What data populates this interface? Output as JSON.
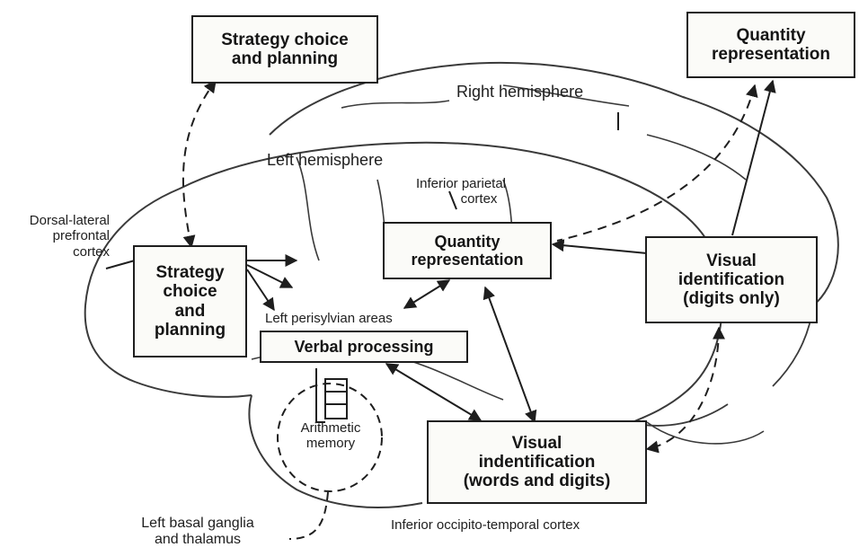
{
  "boxes": {
    "strategy_top": [
      "Strategy choice",
      "and planning"
    ],
    "quantity_right": [
      "Quantity",
      "representation"
    ],
    "strategy_left": [
      "Strategy",
      "choice",
      "and",
      "planning"
    ],
    "quantity_center": [
      "Quantity",
      "representation"
    ],
    "visual_digits": [
      "Visual",
      "identification",
      "(digits only)"
    ],
    "verbal": "Verbal processing",
    "visual_words": [
      "Visual",
      "indentification",
      "(words and digits)"
    ]
  },
  "labels": {
    "right_hemisphere": "Right hemisphere",
    "left_hemisphere": "Left hemisphere",
    "inferior_parietal": [
      "Inferior parietal",
      "cortex"
    ],
    "dorsal_lateral": [
      "Dorsal-lateral",
      "prefrontal",
      "cortex"
    ],
    "perisylvian": "Left perisylvian areas",
    "arithmetic_memory": [
      "Arithmetic",
      "memory"
    ],
    "basal_ganglia": [
      "Left basal ganglia",
      "and thalamus"
    ],
    "occipito_temporal": "Inferior occipito-temporal cortex"
  },
  "colors": {
    "ink": "#1e1e1e",
    "brain_line": "#3a3a3a",
    "box_fill": "#fbfbf8",
    "background": "#ffffff"
  }
}
